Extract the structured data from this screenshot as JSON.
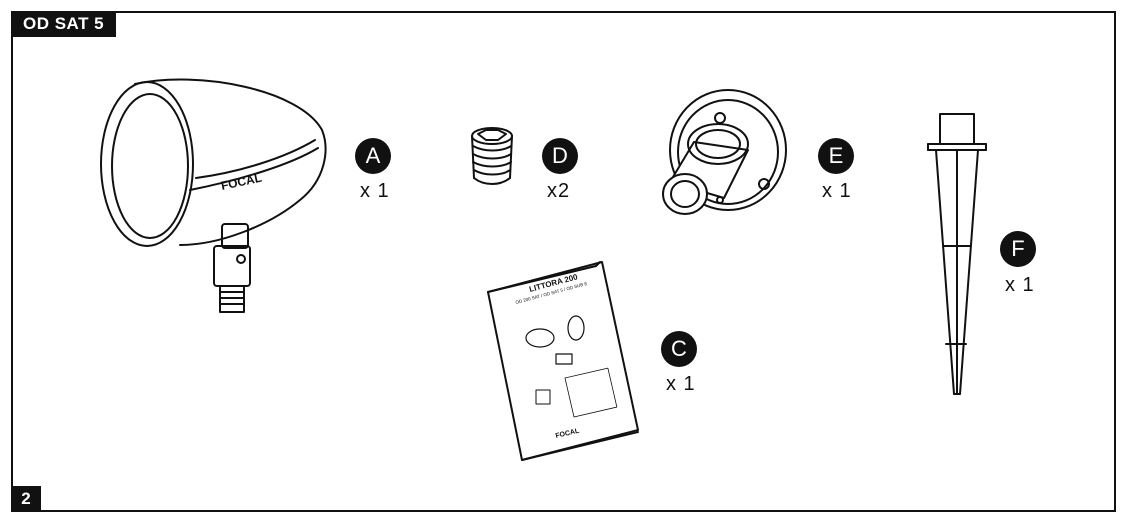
{
  "header": {
    "model": "OD SAT 5"
  },
  "footer": {
    "page_number": "2"
  },
  "parts": [
    {
      "letter": "A",
      "quantity": "x 1",
      "icon": "speaker-icon"
    },
    {
      "letter": "D",
      "quantity": "x2",
      "icon": "set-screw-icon"
    },
    {
      "letter": "E",
      "quantity": "x 1",
      "icon": "mounting-bracket-icon"
    },
    {
      "letter": "F",
      "quantity": "x 1",
      "icon": "ground-stake-icon"
    },
    {
      "letter": "C",
      "quantity": "x 1",
      "icon": "manual-booklet-icon"
    }
  ],
  "speaker_brand": "FOCAL",
  "manual": {
    "title": "LITTORA 200",
    "subtitle": "OD 200 SAT / OD SAT 5 / OD SUB 8",
    "brand": "FOCAL"
  },
  "colors": {
    "ink": "#111111",
    "paper": "#ffffff"
  }
}
